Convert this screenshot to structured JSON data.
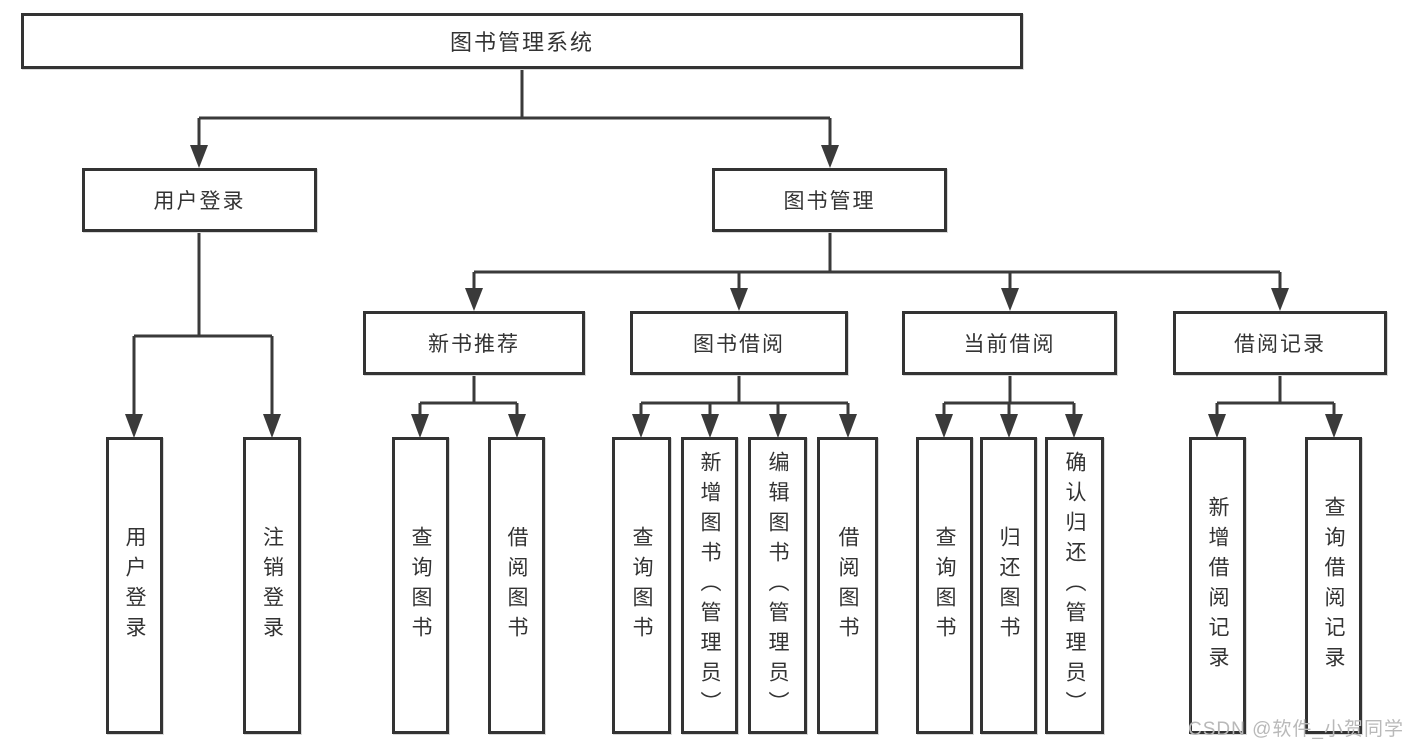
{
  "tree": {
    "label": "图书管理系统",
    "children": [
      {
        "label": "用户登录",
        "children": [
          {
            "label": "用户登录"
          },
          {
            "label": "注销登录"
          }
        ]
      },
      {
        "label": "图书管理",
        "children": [
          {
            "label": "新书推荐",
            "children": [
              {
                "label": "查询图书"
              },
              {
                "label": "借阅图书"
              }
            ]
          },
          {
            "label": "图书借阅",
            "children": [
              {
                "label": "查询图书"
              },
              {
                "label": "新增图书（管理员）"
              },
              {
                "label": "编辑图书（管理员）"
              },
              {
                "label": "借阅图书"
              }
            ]
          },
          {
            "label": "当前借阅",
            "children": [
              {
                "label": "查询图书"
              },
              {
                "label": "归还图书"
              },
              {
                "label": "确认归还（管理员）"
              }
            ]
          },
          {
            "label": "借阅记录",
            "children": [
              {
                "label": "新增借阅记录"
              },
              {
                "label": "查询借阅记录"
              }
            ]
          }
        ]
      }
    ]
  },
  "watermark": {
    "text": "CSDN @软件_小贺同学",
    "color": "#b9b9b9"
  },
  "colors": {
    "line": "#3a3a3a",
    "border": "#333333",
    "text": "#333333",
    "background": "#ffffff"
  }
}
